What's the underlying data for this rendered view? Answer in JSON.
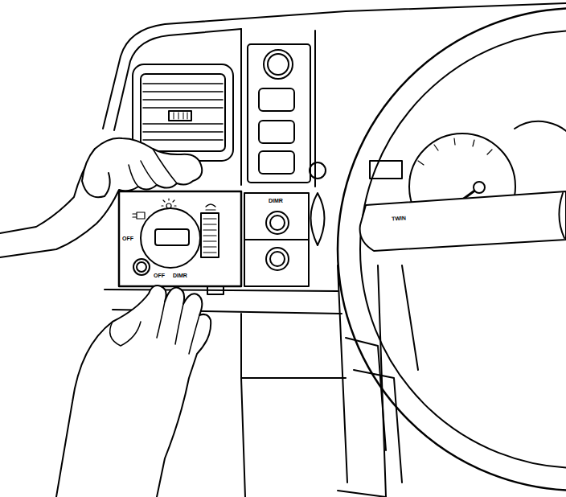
{
  "diagram": {
    "labels": [
      "OFF",
      "OFF",
      "DIMR",
      "DIMR",
      "TWIN"
    ]
  }
}
